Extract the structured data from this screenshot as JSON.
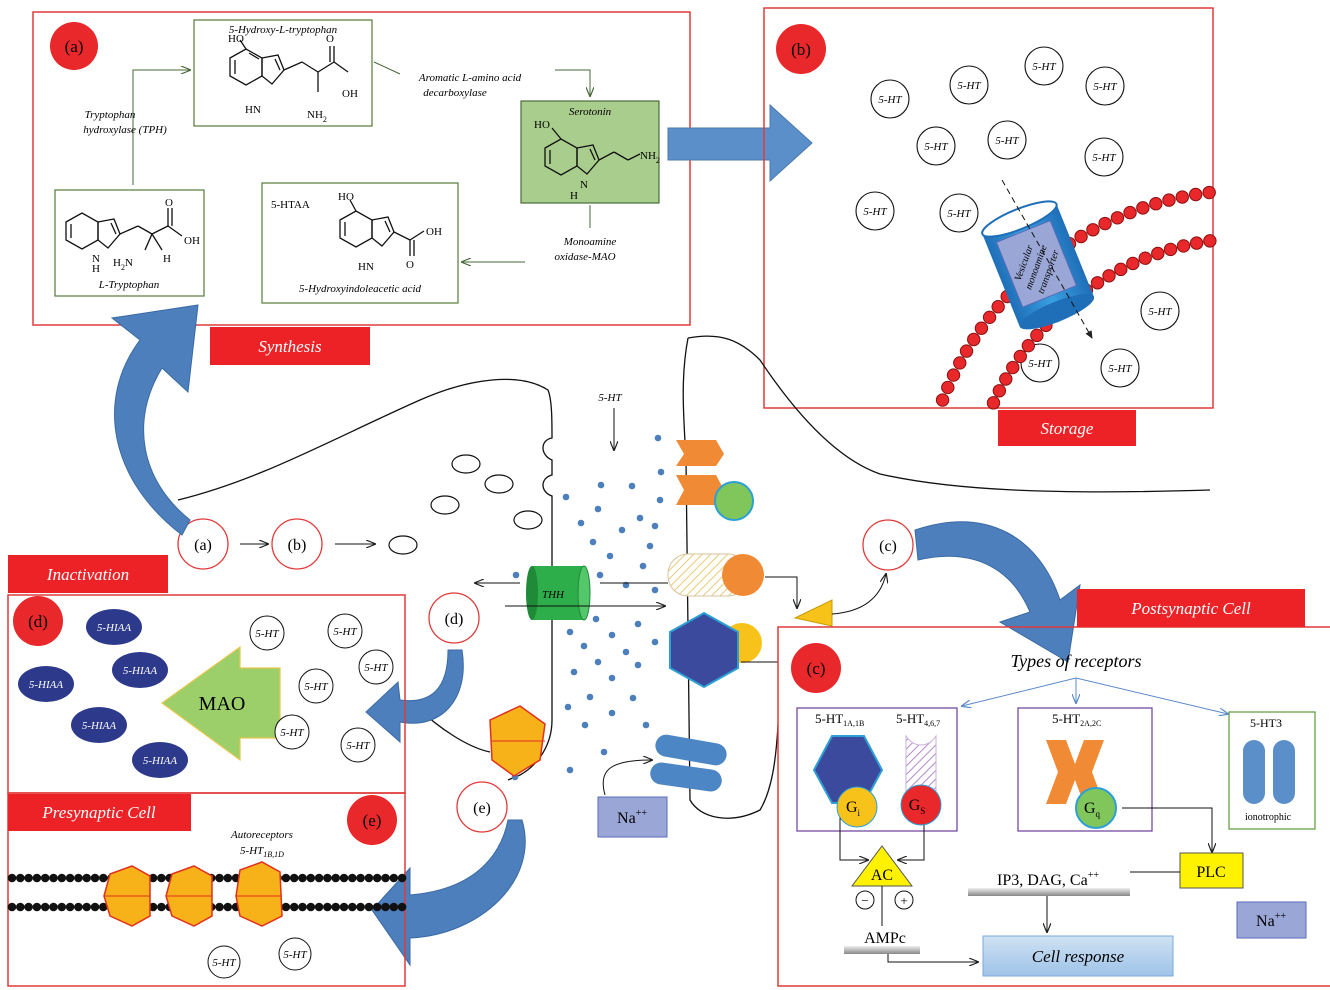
{
  "panels": {
    "a": {
      "letter": "(a)",
      "banner": "Synthesis",
      "hydroxy_trp": "5-Hydroxy-L-tryptophan",
      "tph": [
        "Tryptophan",
        "hydroxylase (TPH)"
      ],
      "aadc": [
        "Aromatic L-amino acid",
        "decarboxylase"
      ],
      "serotonin": "Serotonin",
      "mao": [
        "Monoamine",
        "oxidase-MAO"
      ],
      "htaa": "5-HTAA",
      "hiaa_name": "5-Hydroxyindoleacetic acid",
      "trp_name": "L-Tryptophan",
      "atoms": {
        "HO": "HO",
        "HN": "HN",
        "NH2": "NH",
        "sub2": "2",
        "OH": "OH",
        "O": "O",
        "N": "N",
        "H": "H",
        "H2N": "H",
        "sub2b": "2",
        "Nb": "N"
      }
    },
    "b": {
      "letter": "(b)",
      "banner": "Storage",
      "vesicle_label": "5-HT",
      "transporter": [
        "Vesicular",
        "monoamine",
        "transporter"
      ]
    },
    "center": {
      "a": "(a)",
      "b": "(b)",
      "c": "(c)",
      "d": "(d)",
      "e": "(e)",
      "top_5ht": "5-HT",
      "thh": "THH",
      "na": "Na",
      "na_sup": "++"
    },
    "d": {
      "letter": "(d)",
      "banner": "Inactivation",
      "hiaa": "5-HIAA",
      "mao": "MAO",
      "ht": "5-HT"
    },
    "e": {
      "letter": "(e)",
      "banner": "Presynaptic Cell",
      "autoreceptors": "Autoreceptors",
      "auto_main": "5-HT",
      "auto_sub": "1B,1D",
      "ht": "5-HT"
    },
    "c": {
      "letter": "(c)",
      "banner": "Postsynaptic Cell",
      "types": "Types of receptors",
      "r1": "5-HT",
      "r1_sub": "1A,1B",
      "r2": "5-HT",
      "r2_sub": "4,6,7",
      "r3": "5-HT",
      "r3_sub": "2A,2C",
      "r4": "5-HT3",
      "ionotrophic": "ionotrophic",
      "gi": "G",
      "gi_sub": "i",
      "gs": "G",
      "gs_sub": "S",
      "gq": "G",
      "gq_sub": "q",
      "ac": "AC",
      "minus": "−",
      "plus": "+",
      "ip3": "IP3, DAG, Ca",
      "ip3_sup": "++",
      "plc": "PLC",
      "na": "Na",
      "na_sup": "++",
      "ampc": "AMPc",
      "cell_response": "Cell response"
    }
  },
  "colors": {
    "red_badge": "#e8282a",
    "banner": "#ec2227",
    "arrow_blue": "#4d7fbd",
    "green_box": "#a9cd8c",
    "dark_blue": "#3b4a9c",
    "orange": "#f08a35",
    "yellow": "#f7c21a",
    "receptor_green": "#80c65a",
    "lavender": "#9aa7d6"
  }
}
